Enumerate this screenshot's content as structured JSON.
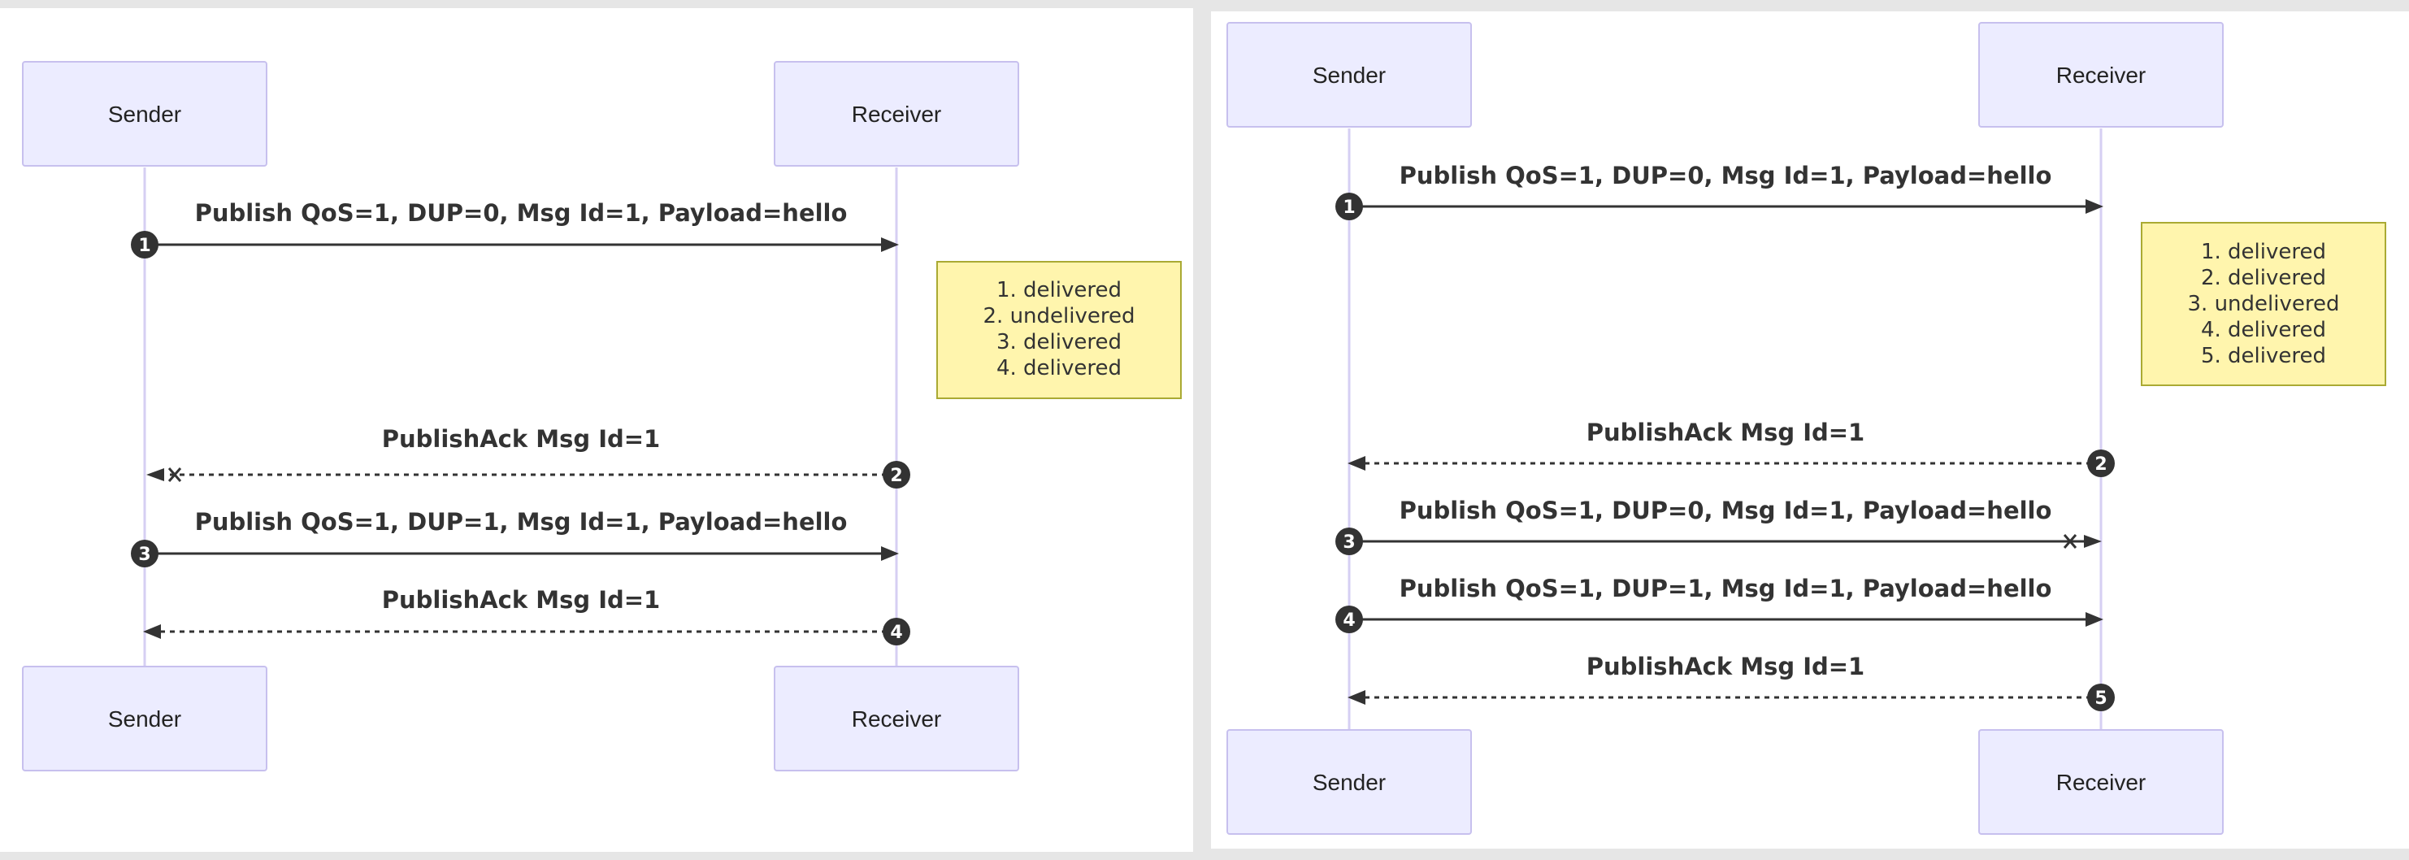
{
  "diagrams": [
    {
      "actors": {
        "sender": "Sender",
        "receiver": "Receiver"
      },
      "messages": [
        {
          "seq": "1",
          "text": "Publish QoS=1, DUP=0, Msg Id=1, Payload=hello",
          "from": "sender",
          "to": "receiver",
          "style": "solid",
          "lost": false
        },
        {
          "seq": "2",
          "text": "PublishAck Msg Id=1",
          "from": "receiver",
          "to": "sender",
          "style": "dashed",
          "lost": true
        },
        {
          "seq": "3",
          "text": "Publish QoS=1, DUP=1, Msg Id=1, Payload=hello",
          "from": "sender",
          "to": "receiver",
          "style": "solid",
          "lost": false
        },
        {
          "seq": "4",
          "text": "PublishAck Msg Id=1",
          "from": "receiver",
          "to": "sender",
          "style": "dashed",
          "lost": false
        }
      ],
      "note": [
        "1. delivered",
        "2. undelivered",
        "3. delivered",
        "4. delivered"
      ]
    },
    {
      "actors": {
        "sender": "Sender",
        "receiver": "Receiver"
      },
      "messages": [
        {
          "seq": "1",
          "text": "Publish QoS=1, DUP=0, Msg Id=1, Payload=hello",
          "from": "sender",
          "to": "receiver",
          "style": "solid",
          "lost": false
        },
        {
          "seq": "2",
          "text": "PublishAck Msg Id=1",
          "from": "receiver",
          "to": "sender",
          "style": "dashed",
          "lost": false
        },
        {
          "seq": "3",
          "text": "Publish QoS=1, DUP=0, Msg Id=1, Payload=hello",
          "from": "sender",
          "to": "receiver",
          "style": "solid",
          "lost": true
        },
        {
          "seq": "4",
          "text": "Publish QoS=1, DUP=1, Msg Id=1, Payload=hello",
          "from": "sender",
          "to": "receiver",
          "style": "solid",
          "lost": false
        },
        {
          "seq": "5",
          "text": "PublishAck Msg Id=1",
          "from": "receiver",
          "to": "sender",
          "style": "dashed",
          "lost": false
        }
      ],
      "note": [
        "1. delivered",
        "2. delivered",
        "3. undelivered",
        "4. delivered",
        "5. delivered"
      ]
    }
  ]
}
